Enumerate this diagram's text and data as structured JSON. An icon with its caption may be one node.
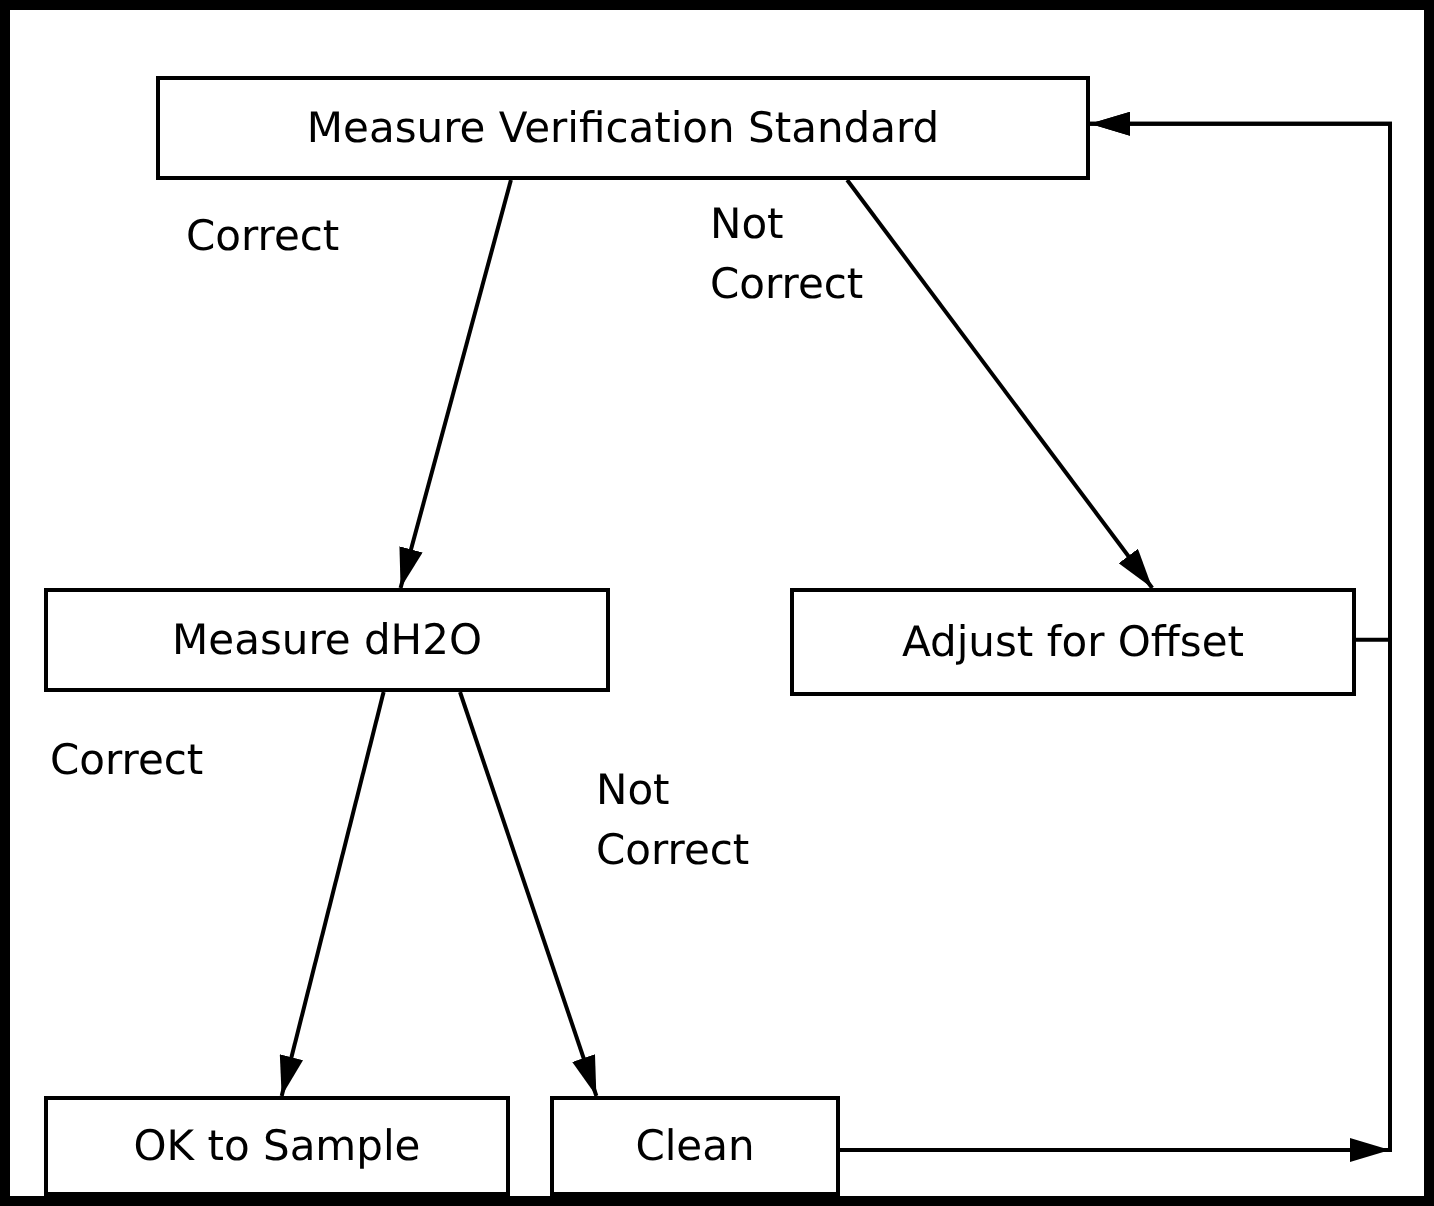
{
  "diagram": {
    "nodes": [
      {
        "text": [
          "Measure Verification Standard"
        ]
      },
      {
        "text": [
          "Measure dH2O"
        ]
      },
      {
        "text": [
          "Adjust for Offset"
        ]
      },
      {
        "text": [
          "OK to Sample"
        ]
      },
      {
        "text": [
          "Clean"
        ]
      }
    ],
    "edges": [
      {
        "from": 0,
        "to": 1,
        "arrow": "to",
        "label": "Correct"
      },
      {
        "from": 0,
        "to": 2,
        "arrow": "to",
        "label": "Not Correct"
      },
      {
        "from": 1,
        "to": 3,
        "arrow": "to",
        "label": "Correct"
      },
      {
        "from": 1,
        "to": 4,
        "arrow": "to",
        "label": "Not Correct"
      },
      {
        "from": 2,
        "to": 0,
        "arrow": "to"
      },
      {
        "from": 4,
        "to": 0,
        "arrow": "to"
      }
    ]
  }
}
